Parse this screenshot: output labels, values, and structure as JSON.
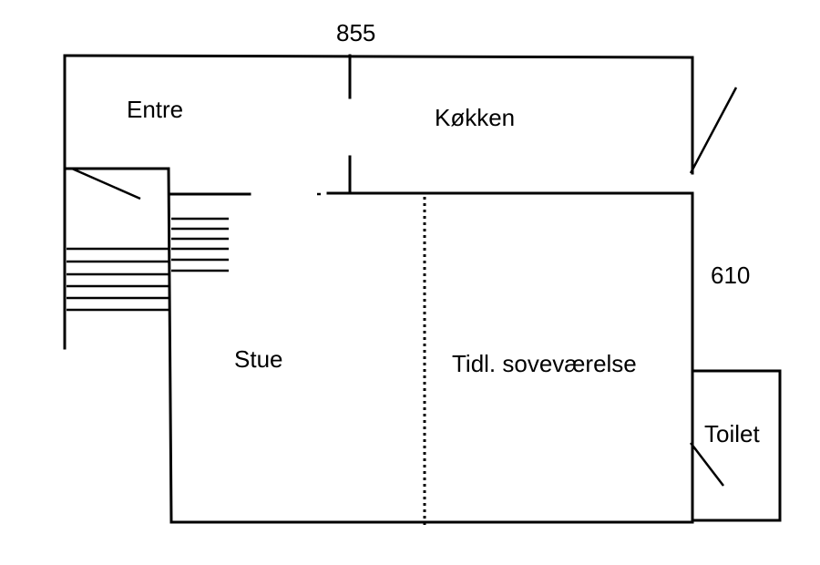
{
  "dimensions": {
    "width_label": "855",
    "height_label": "610"
  },
  "rooms": {
    "entre": "Entre",
    "kokken": "Køkken",
    "stue": "Stue",
    "sovevaerelse": "Tidl. soveværelse",
    "toilet": "Toilet"
  },
  "colors": {
    "line": "#000000",
    "background": "#ffffff"
  }
}
